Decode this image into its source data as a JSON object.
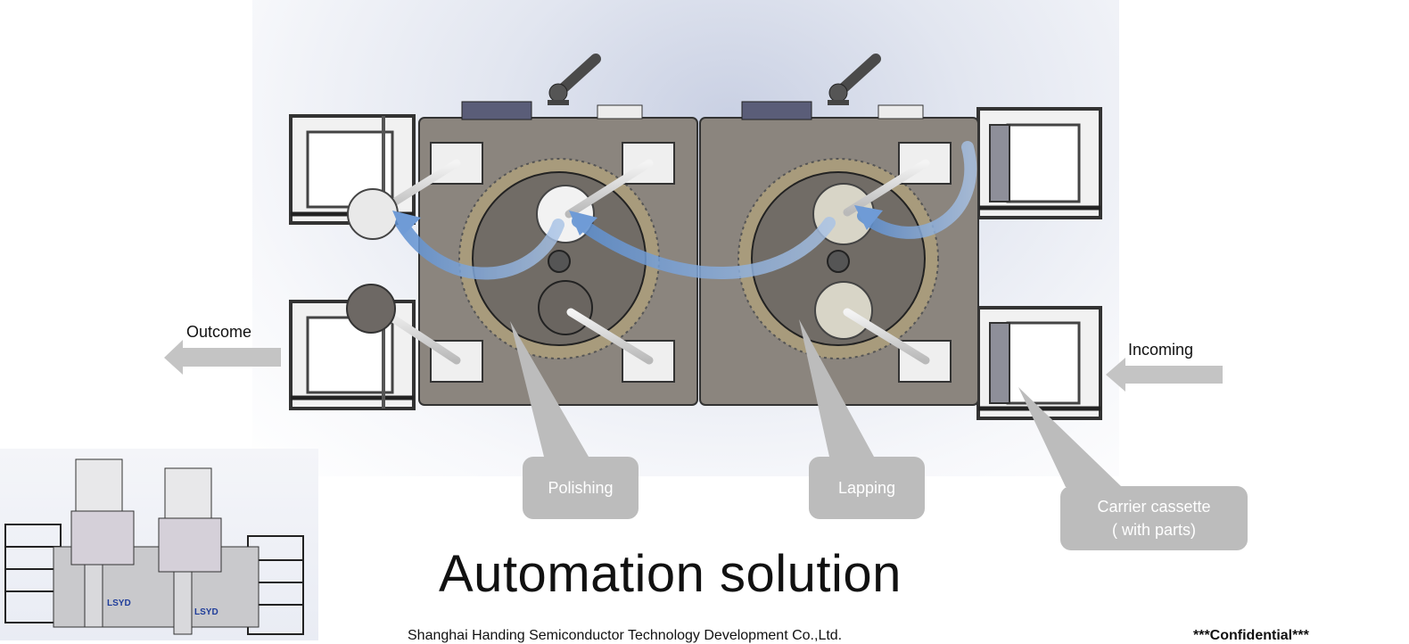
{
  "labels": {
    "outcome": "Outcome",
    "incoming": "Incoming"
  },
  "callouts": {
    "polishing": "Polishing",
    "lapping": "Lapping",
    "carrier_line1": "Carrier cassette",
    "carrier_line2": "( with parts)"
  },
  "title": "Automation solution",
  "footer": {
    "left": "Shanghai Handing Semiconductor Technology Development Co.,Ltd.",
    "right": "***Confidential***"
  },
  "thumbnail_logo": "LSYD",
  "colors": {
    "machine_gray": "#8b857e",
    "flow_arrow_blue": "#7fa6d8",
    "callout_gray": "#bcbcbc",
    "io_arrow_gray": "#c4c4c4"
  }
}
